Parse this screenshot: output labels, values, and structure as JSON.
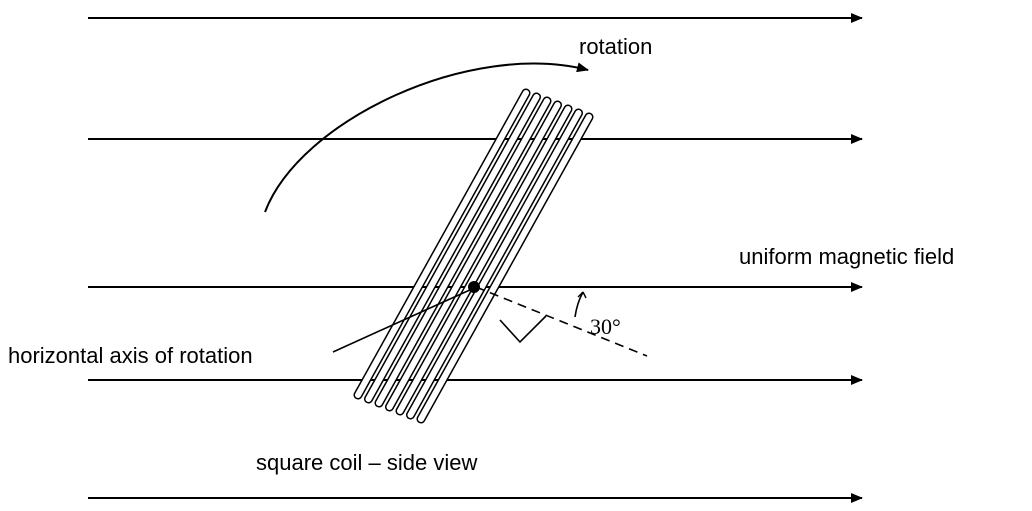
{
  "labels": {
    "rotation": "rotation",
    "field": "uniform magnetic field",
    "axis": "horizontal axis of rotation",
    "coil": "square coil – side view",
    "angle": "30°"
  },
  "colors": {
    "ink": "#000000",
    "background": "#ffffff"
  },
  "coil": {
    "turns": 7
  }
}
